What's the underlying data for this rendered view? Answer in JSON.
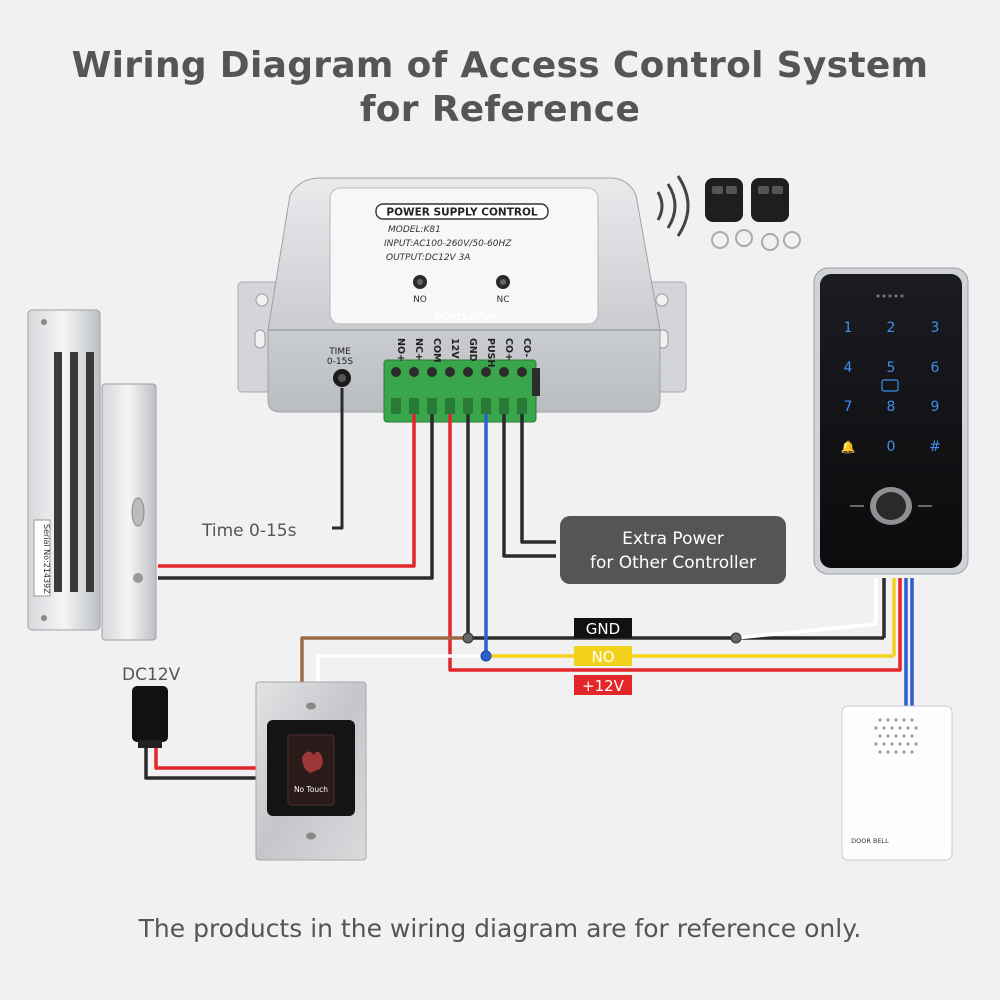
{
  "title": {
    "line1": "Wiring Diagram of Access Control System",
    "line2": "for Reference"
  },
  "power_supply": {
    "heading": "POWER SUPPLY CONTROL",
    "model": "MODEL:K81",
    "input": "INPUT:AC100-260V/50-60HZ",
    "output": "OUTPUT:DC12V 3A",
    "no_label": "NO",
    "nc_label": "NC",
    "brand": "HOMSECUR",
    "time_label_1": "TIME",
    "time_label_2": "0-15S",
    "terminals": [
      "NO+",
      "NC+",
      "COM",
      "12V",
      "GND",
      "PUSH",
      "CO+",
      "CO-"
    ]
  },
  "labels": {
    "time_range": "Time 0-15s",
    "extra_power_1": "Extra Power",
    "extra_power_2": "for Other Controller",
    "dc12v": "DC12V",
    "gnd": "GND",
    "no": "NO",
    "plus12v": "+12V",
    "no_touch": "No Touch",
    "door_bell": "DOOR BELL",
    "lock_serial": "Serial No:21439Z"
  },
  "keypad": {
    "keys": [
      "1",
      "2",
      "3",
      "4",
      "5",
      "6",
      "7",
      "8",
      "9",
      "🔔",
      "0",
      "#"
    ]
  },
  "footer": "The products in the wiring diagram are for reference only.",
  "colors": {
    "red": "#e3262a",
    "black": "#2b2b2b",
    "blue": "#2d5fd0",
    "yellow": "#f2d21a",
    "brown": "#9b6b45",
    "white_wire": "#ffffff",
    "terminal_green": "#3aa64c",
    "pill_dark": "#555555"
  }
}
